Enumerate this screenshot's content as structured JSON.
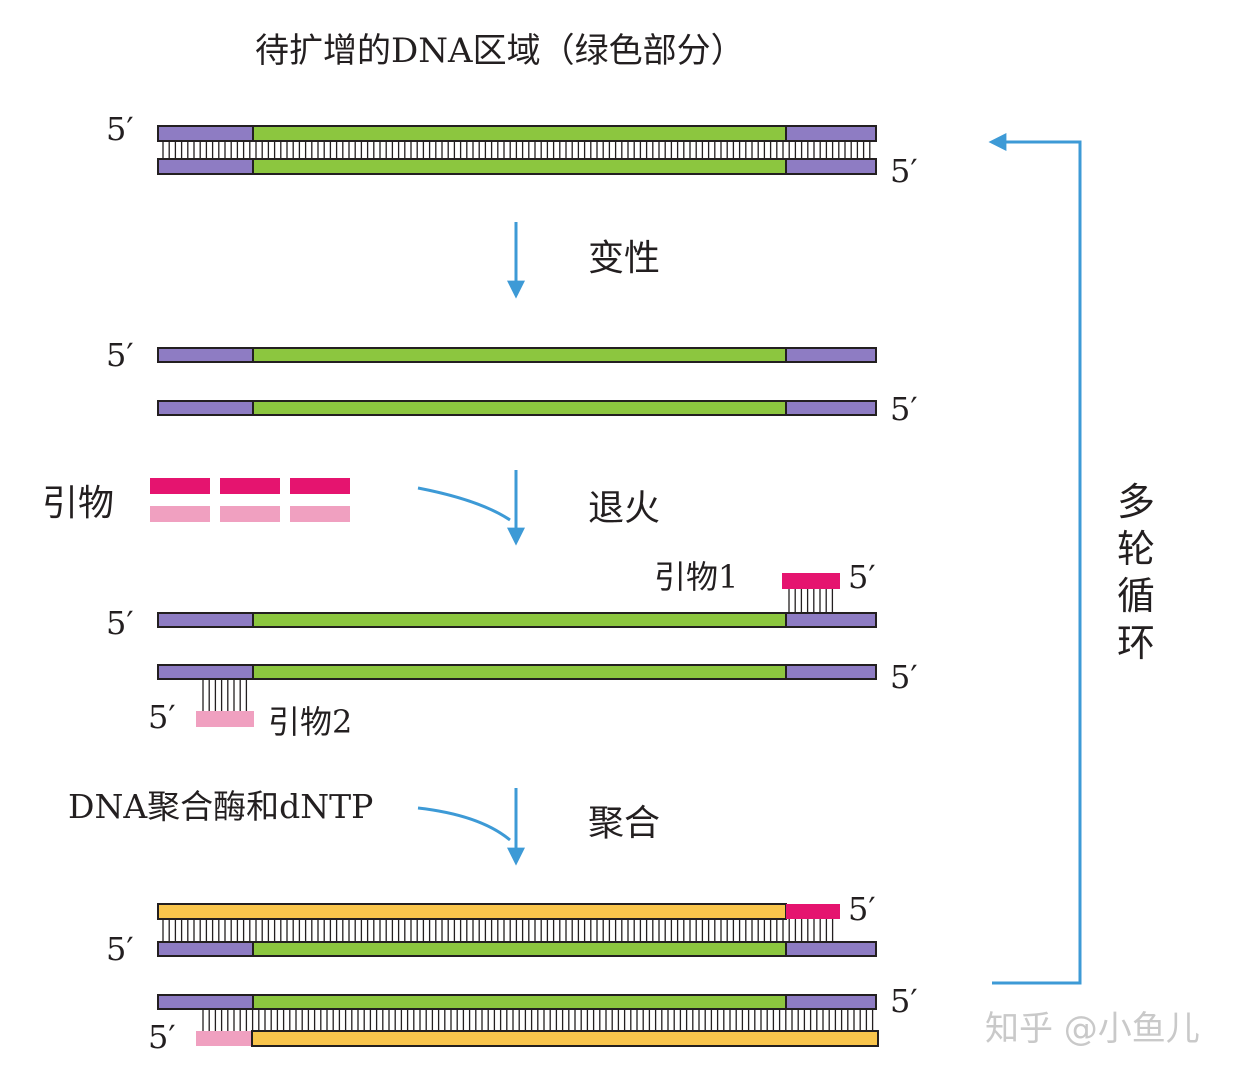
{
  "title": "待扩增的DNA区域（绿色部分）",
  "five_prime": "5′",
  "steps": {
    "denature": "变性",
    "anneal": "退火",
    "extend": "聚合"
  },
  "primers_label": "引物",
  "primer1_label": "引物1",
  "primer2_label": "引物2",
  "polymerase_label": "DNA聚合酶和dNTP",
  "cycle_label": [
    "多",
    "轮",
    "循",
    "环"
  ],
  "watermark": "知乎 @小鱼儿",
  "colors": {
    "flank": "#8e7cc3",
    "target": "#8cc63f",
    "new_strand": "#f9c54c",
    "primer1": "#e5146f",
    "primer2": "#f0a0c0",
    "arrow": "#3d9ad6"
  }
}
